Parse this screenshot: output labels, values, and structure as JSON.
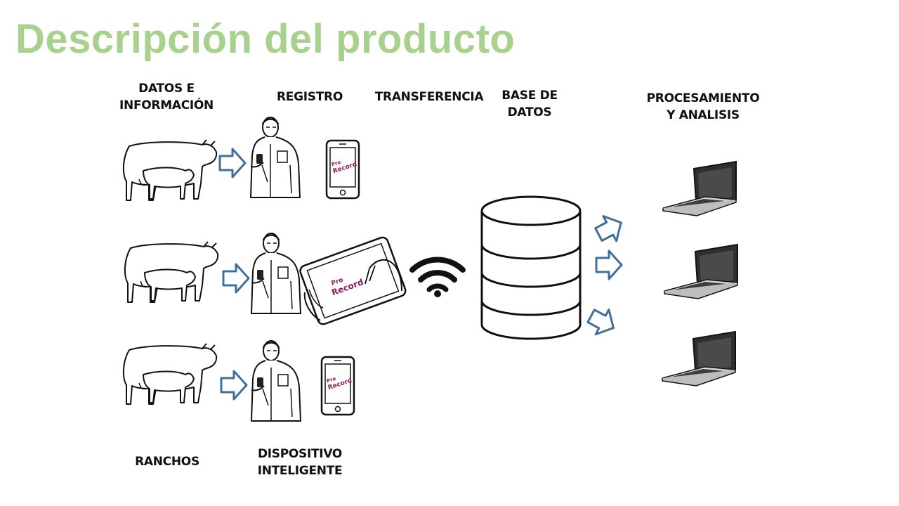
{
  "title": "Descripción del producto",
  "labels": {
    "datos": [
      "DATOS E",
      "INFORMACIÓN"
    ],
    "registro": "REGISTRO",
    "transferencia": "TRANSFERENCIA",
    "base": [
      "BASE DE",
      "DATOS"
    ],
    "procesamiento": [
      "PROCESAMIENTO",
      "Y ANALISIS"
    ],
    "ranchos": "RANCHOS",
    "dispositivo": [
      "DISPOSITIVO",
      "INTELIGENTE"
    ]
  },
  "logo": {
    "line1": "Pro",
    "line2": "Record"
  },
  "colors": {
    "title": "#a9d18e",
    "arrow": "#3f6f9f",
    "logo": "#8b1a5c"
  },
  "icons": [
    "cow-and-calf-icon",
    "farmer-icon",
    "smartphone-icon",
    "tablet-icon",
    "wifi-icon",
    "database-icon",
    "laptop-icon"
  ]
}
